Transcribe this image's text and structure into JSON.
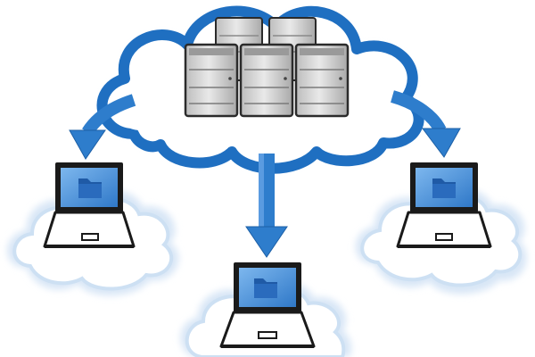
{
  "colors": {
    "cloud_outline": "#1f6fc1",
    "cloud_glow": "#c9dcf2",
    "cloud_fill": "#ffffff",
    "arrow": "#2e7dcc",
    "arrow_dark": "#1c5fa6",
    "laptop_body": "#1a1a1a",
    "laptop_screen": "#4a90d9",
    "folder": "#1f5aa6",
    "server_face": "#d4d4d4",
    "server_edge": "#2b2b2b"
  },
  "icons": {
    "central": "server-cluster-icon",
    "client": "laptop-icon",
    "screen_content": "folder-icon",
    "connector": "arrow-icon"
  },
  "diagram": {
    "central_node": {
      "servers": 5
    },
    "client_nodes": [
      "left",
      "bottom-center",
      "right"
    ],
    "flow_direction": "central-to-clients"
  }
}
